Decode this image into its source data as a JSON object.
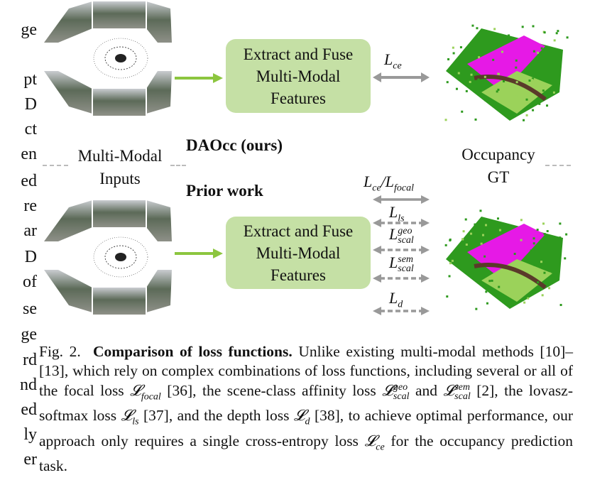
{
  "left_column_fragments": [
    "ge",
    "pt",
    "D",
    "ct",
    "en",
    "ed",
    "re",
    "ar",
    "D",
    "of",
    "se",
    "ge",
    "rd",
    "nd",
    "ed",
    "ly",
    "er"
  ],
  "figure": {
    "top": {
      "method_label": "DAOcc (ours)",
      "box_lines": [
        "Extract and Fuse",
        "Multi-Modal",
        "Features"
      ],
      "loss": "L",
      "loss_sub": "ce"
    },
    "inputs_label": [
      "Multi-Modal",
      "Inputs"
    ],
    "gt_label": [
      "Occupancy",
      "GT"
    ],
    "bottom": {
      "method_label": "Prior work",
      "box_lines": [
        "Extract and Fuse",
        "Multi-Modal",
        "Features"
      ],
      "losses": [
        {
          "text": "L",
          "sub": "ce",
          "extra": "/L",
          "extra_sub": "focal"
        },
        {
          "text": "L",
          "sub": "ls"
        },
        {
          "text": "L",
          "sub": "scal",
          "sup": "geo"
        },
        {
          "text": "L",
          "sub": "scal",
          "sup": "sem"
        },
        {
          "text": "L",
          "sub": "d"
        }
      ]
    },
    "colors": {
      "box": "#c5e0a5",
      "arrow_green": "#8cc63f",
      "arrow_gray": "#999999",
      "occ_magenta": "#e619e6",
      "occ_green": "#2e9a1e",
      "occ_light": "#9bd25a"
    }
  },
  "caption": {
    "prefix": "Fig. 2.",
    "title": "Comparison of loss functions.",
    "t1": " Unlike existing multi-modal methods [10]–[13], which rely on complex combinations of loss functions, including several or all of the focal loss ",
    "focal_sub": "focal",
    "t2": " [36], the scene-class affinity loss ",
    "geo_sup": "geo",
    "scal_sub": "scal",
    "t3": " and ",
    "sem_sup": "sem",
    "t4": " [2], the lovasz-softmax loss ",
    "ls_sub": "ls",
    "t5": " [37], and the depth loss ",
    "d_sub": "d",
    "t6": " [38], to achieve optimal performance, our approach only requires a single cross-entropy loss ",
    "ce_sub": "ce",
    "t7": " for the occupancy prediction task.",
    "L": "𝓛"
  }
}
